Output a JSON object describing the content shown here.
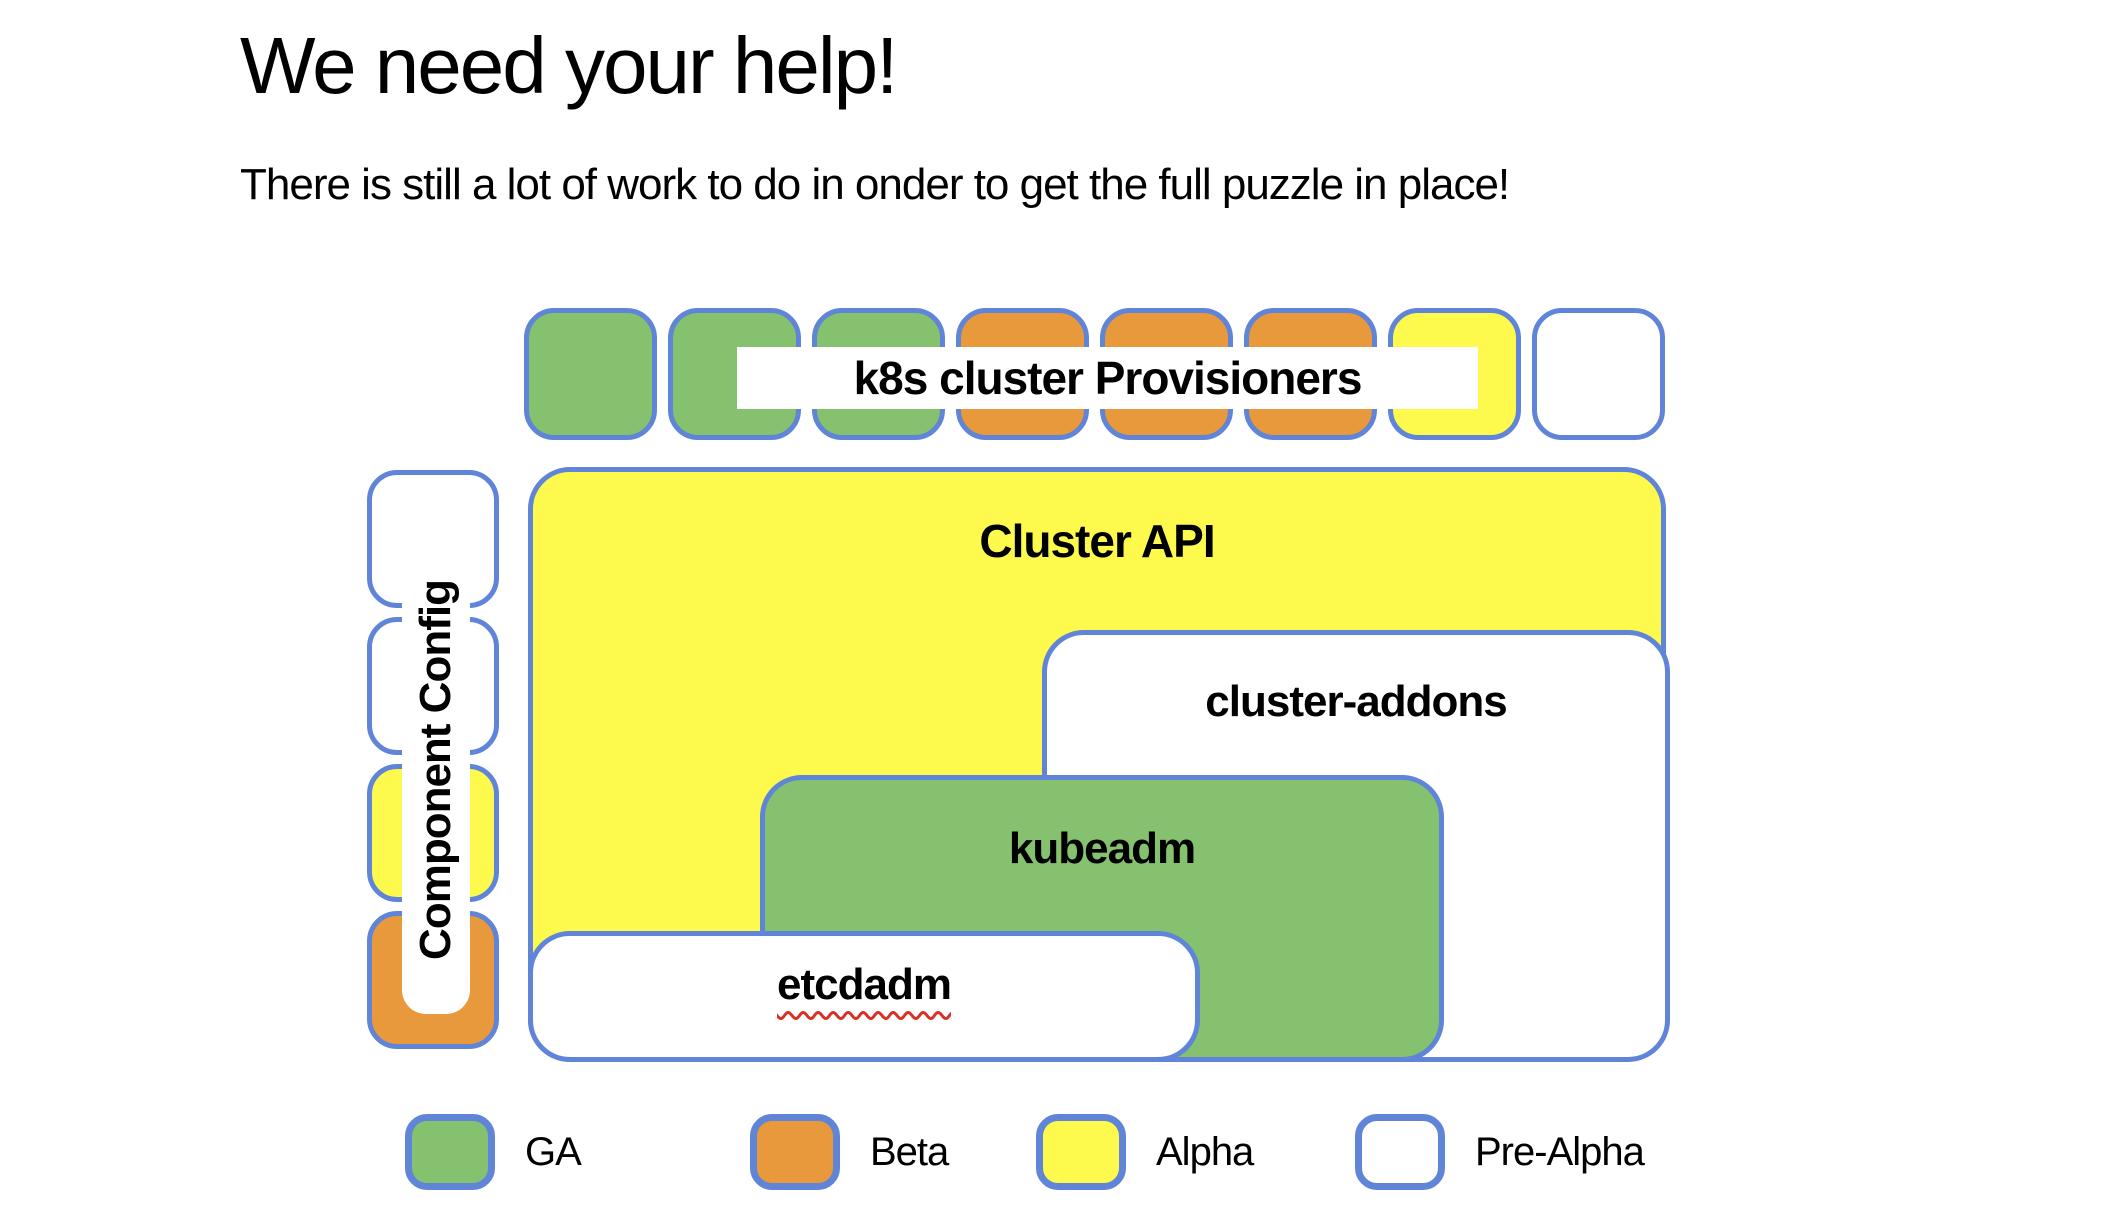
{
  "slide": {
    "title": "We need your help!",
    "subtitle": "There is still a lot of work to do in onder to get the full puzzle in place!"
  },
  "diagram": {
    "provisioners": {
      "label": "k8s cluster Provisioners",
      "squares": [
        "ga",
        "ga",
        "ga",
        "beta",
        "beta",
        "beta",
        "alpha",
        "pre_alpha"
      ]
    },
    "component_config": {
      "label": "Component Config",
      "squares": [
        "pre_alpha",
        "pre_alpha",
        "alpha",
        "beta"
      ]
    },
    "boxes": [
      {
        "id": "cluster-api",
        "label": "Cluster API",
        "status": "alpha"
      },
      {
        "id": "cluster-addons",
        "label": "cluster-addons",
        "status": "pre_alpha"
      },
      {
        "id": "kubeadm",
        "label": "kubeadm",
        "status": "ga"
      },
      {
        "id": "etcdadm",
        "label": "etcdadm",
        "status": "pre_alpha"
      }
    ]
  },
  "legend": [
    {
      "label": "GA",
      "status": "ga"
    },
    {
      "label": "Beta",
      "status": "beta"
    },
    {
      "label": "Alpha",
      "status": "alpha"
    },
    {
      "label": "Pre-Alpha",
      "status": "pre_alpha"
    }
  ],
  "colors": {
    "ga": "#85c16e",
    "beta": "#e8993c",
    "alpha": "#fdfa4d",
    "pre_alpha": "#ffffff",
    "border": "#5f84d8",
    "squiggle": "#d93025"
  }
}
